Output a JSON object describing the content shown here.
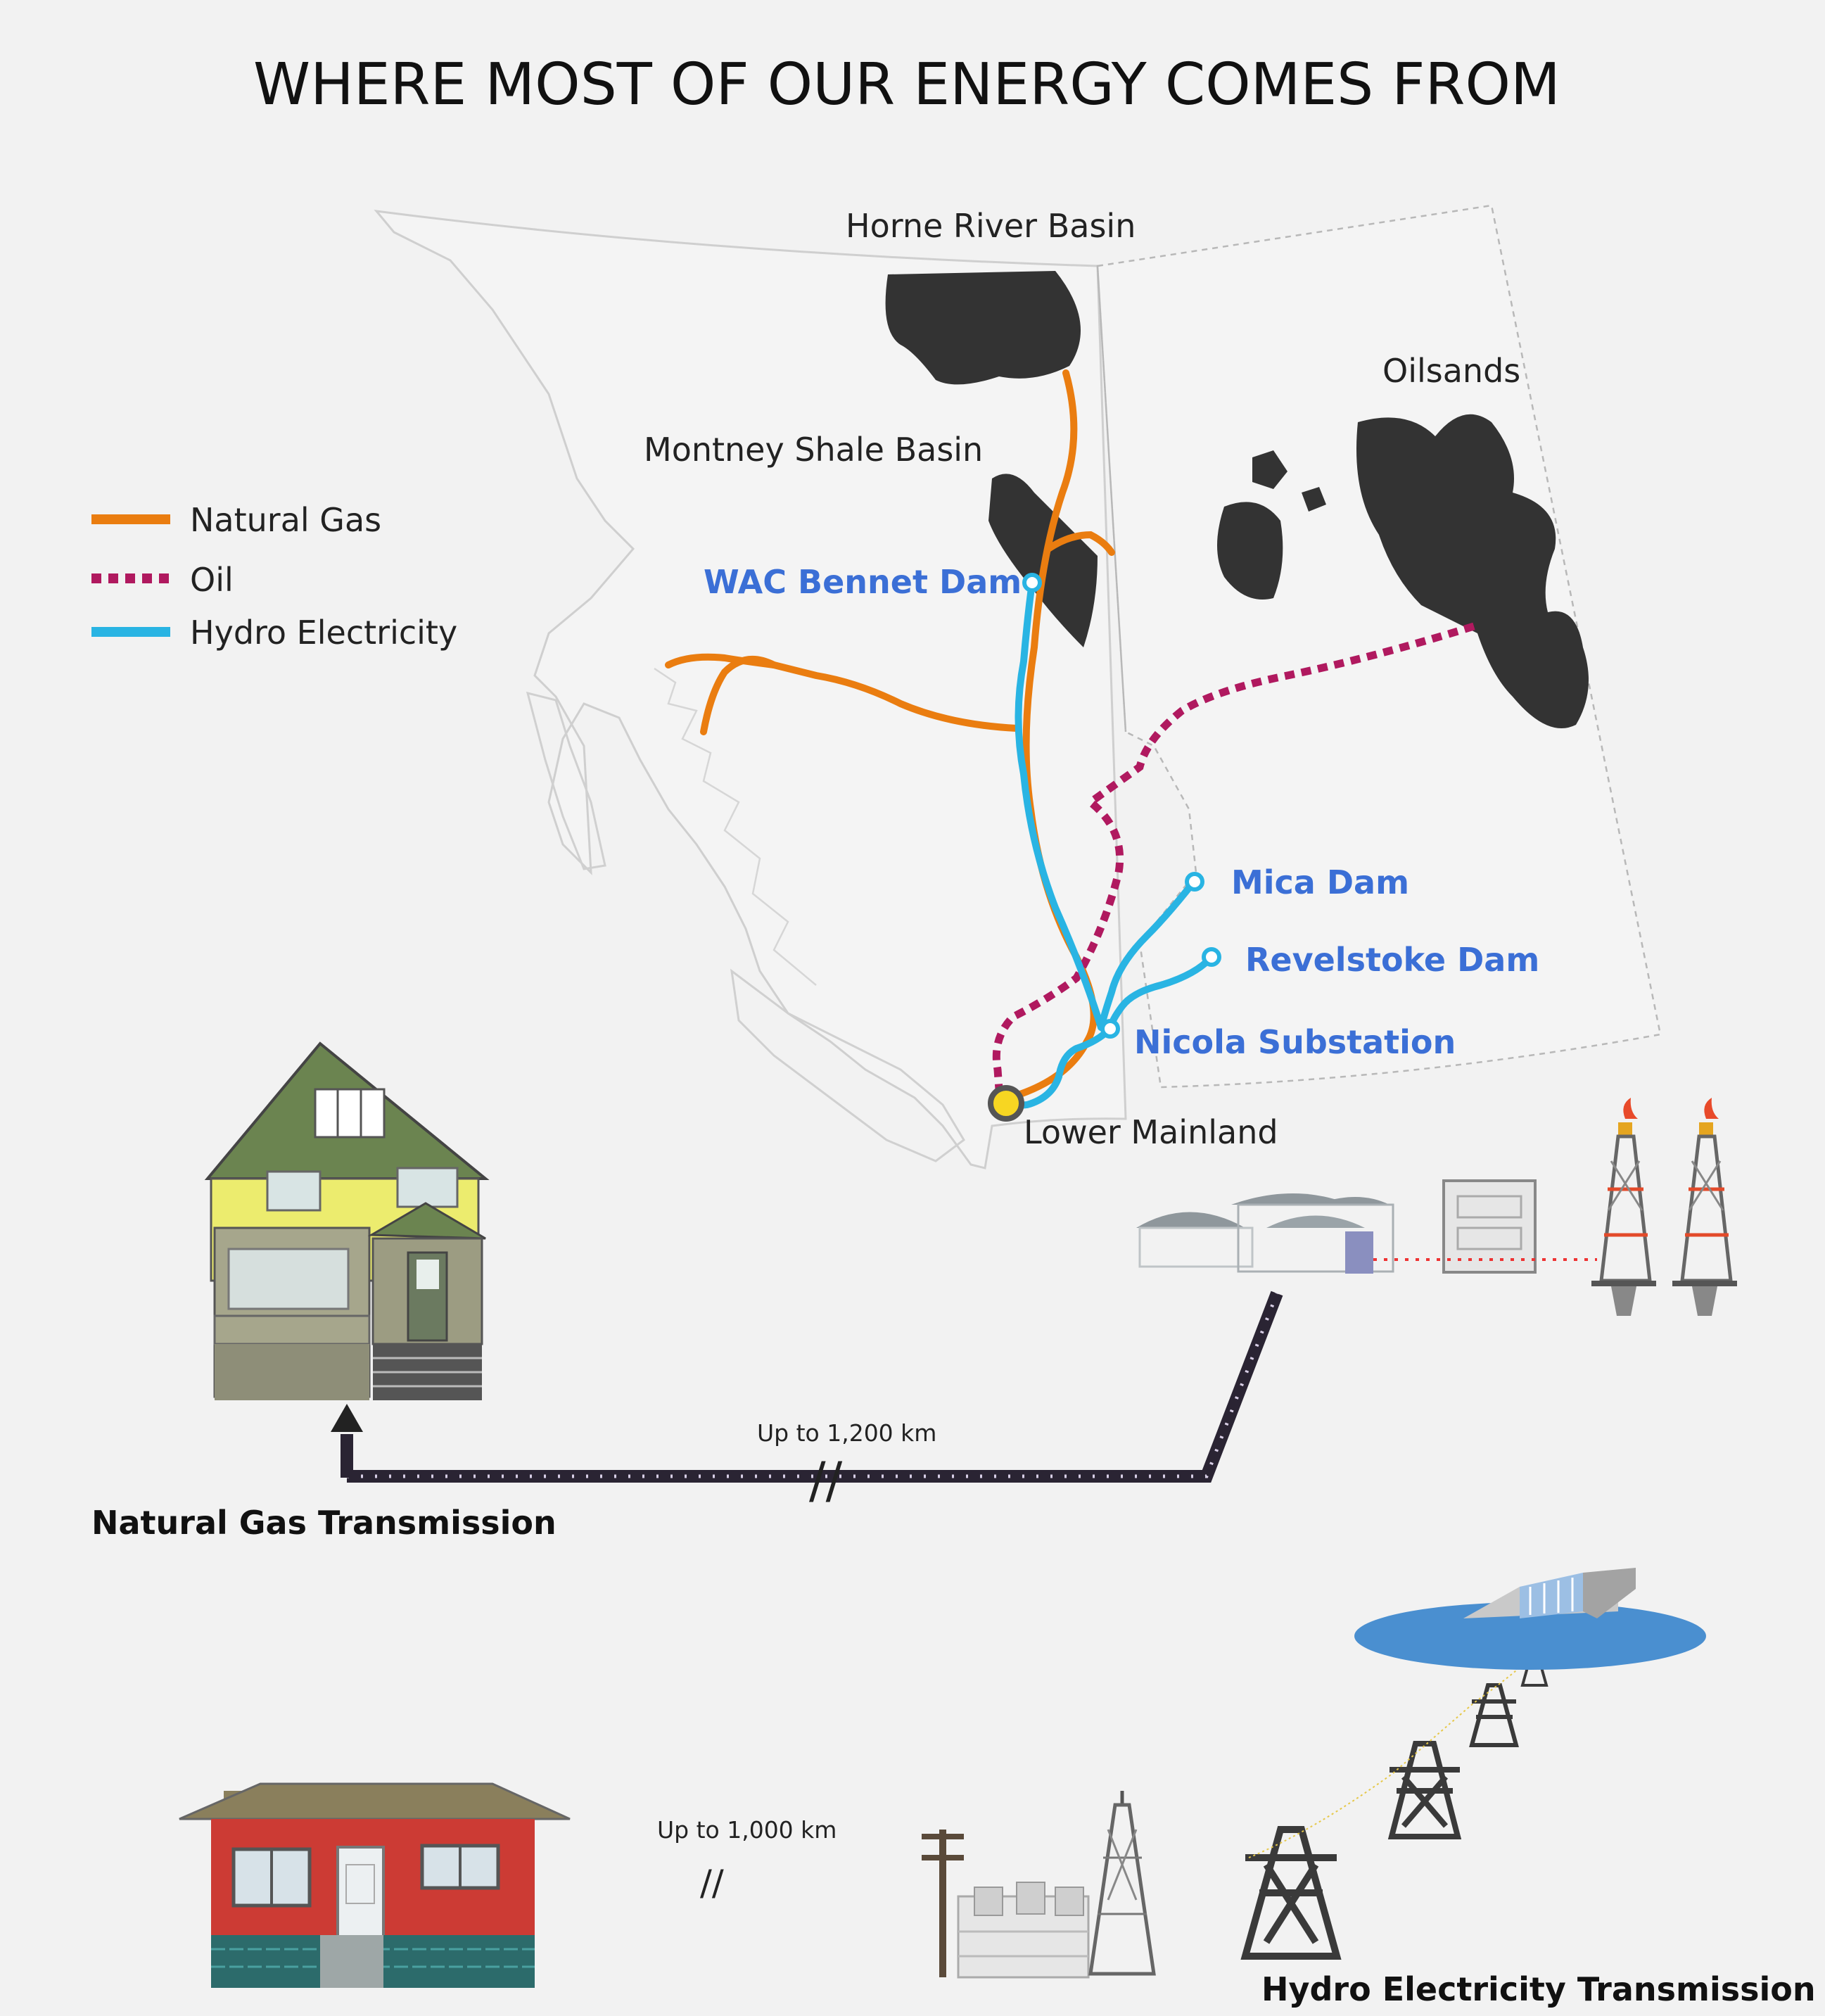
{
  "title": "WHERE MOST OF OUR ENERGY COMES FROM",
  "regions": {
    "horne": "Horne River Basin",
    "oilsands": "Oilsands",
    "montney": "Montney Shale Basin",
    "lower_mainland": "Lower Mainland"
  },
  "dams": {
    "wac": "WAC Bennet Dam",
    "mica": "Mica Dam",
    "revelstoke": "Revelstoke Dam",
    "nicola": "Nicola Substation"
  },
  "legend": [
    {
      "label": "Natural Gas",
      "color": "#ea7d10",
      "style": "solid"
    },
    {
      "label": "Oil",
      "color": "#b0195f",
      "style": "dotted"
    },
    {
      "label": "Hydro Electricity",
      "color": "#29b4e3",
      "style": "solid"
    }
  ],
  "gas_section": {
    "label": "Natural Gas Transmission",
    "distance": "Up to 1,200  km"
  },
  "hydro_section": {
    "label": "Hydro Electricity Transmission",
    "distance": "Up to 1,000 km"
  },
  "colors": {
    "gas": "#ea7d10",
    "oil": "#b0195f",
    "hydro": "#29b4e3",
    "dam_text": "#3b6fd6",
    "basin": "#333333"
  }
}
